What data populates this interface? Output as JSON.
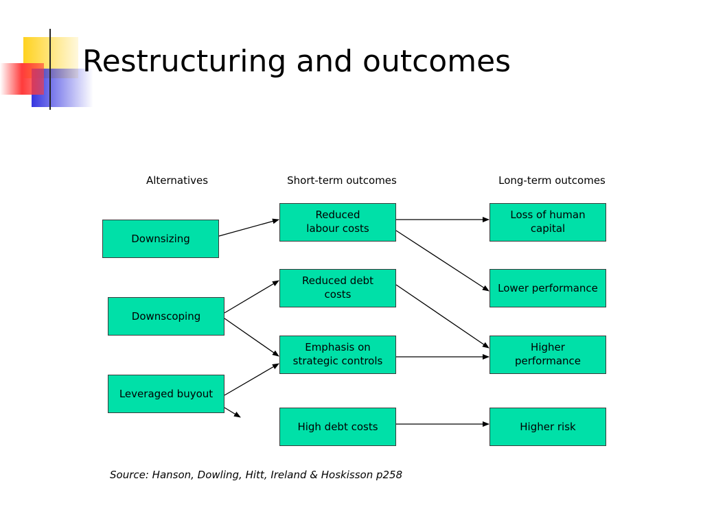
{
  "slide": {
    "title": "Restructuring and outcomes",
    "source": "Source: Hanson, Dowling, Hitt, Ireland & Hoskisson p258"
  },
  "columns": {
    "alternatives": "Alternatives",
    "short_term": "Short-term outcomes",
    "long_term": "Long-term outcomes"
  },
  "boxes": {
    "downsizing": "Downsizing",
    "downscoping": "Downscoping",
    "leveraged_buyout": "Leveraged buyout",
    "reduced_labour_costs": "Reduced\nlabour costs",
    "reduced_debt_costs": "Reduced debt\ncosts",
    "emphasis_strategic_controls": "Emphasis on\nstrategic controls",
    "high_debt_costs": "High debt costs",
    "loss_of_human_capital": "Loss of human\ncapital",
    "lower_performance": "Lower performance",
    "higher_performance": "Higher\nperformance",
    "higher_risk": "Higher risk"
  },
  "colors": {
    "box_fill": "#00e0a8",
    "deco_yellow": "#ffd21f",
    "deco_red": "#ff3b3b",
    "deco_blue": "#3535e0"
  }
}
